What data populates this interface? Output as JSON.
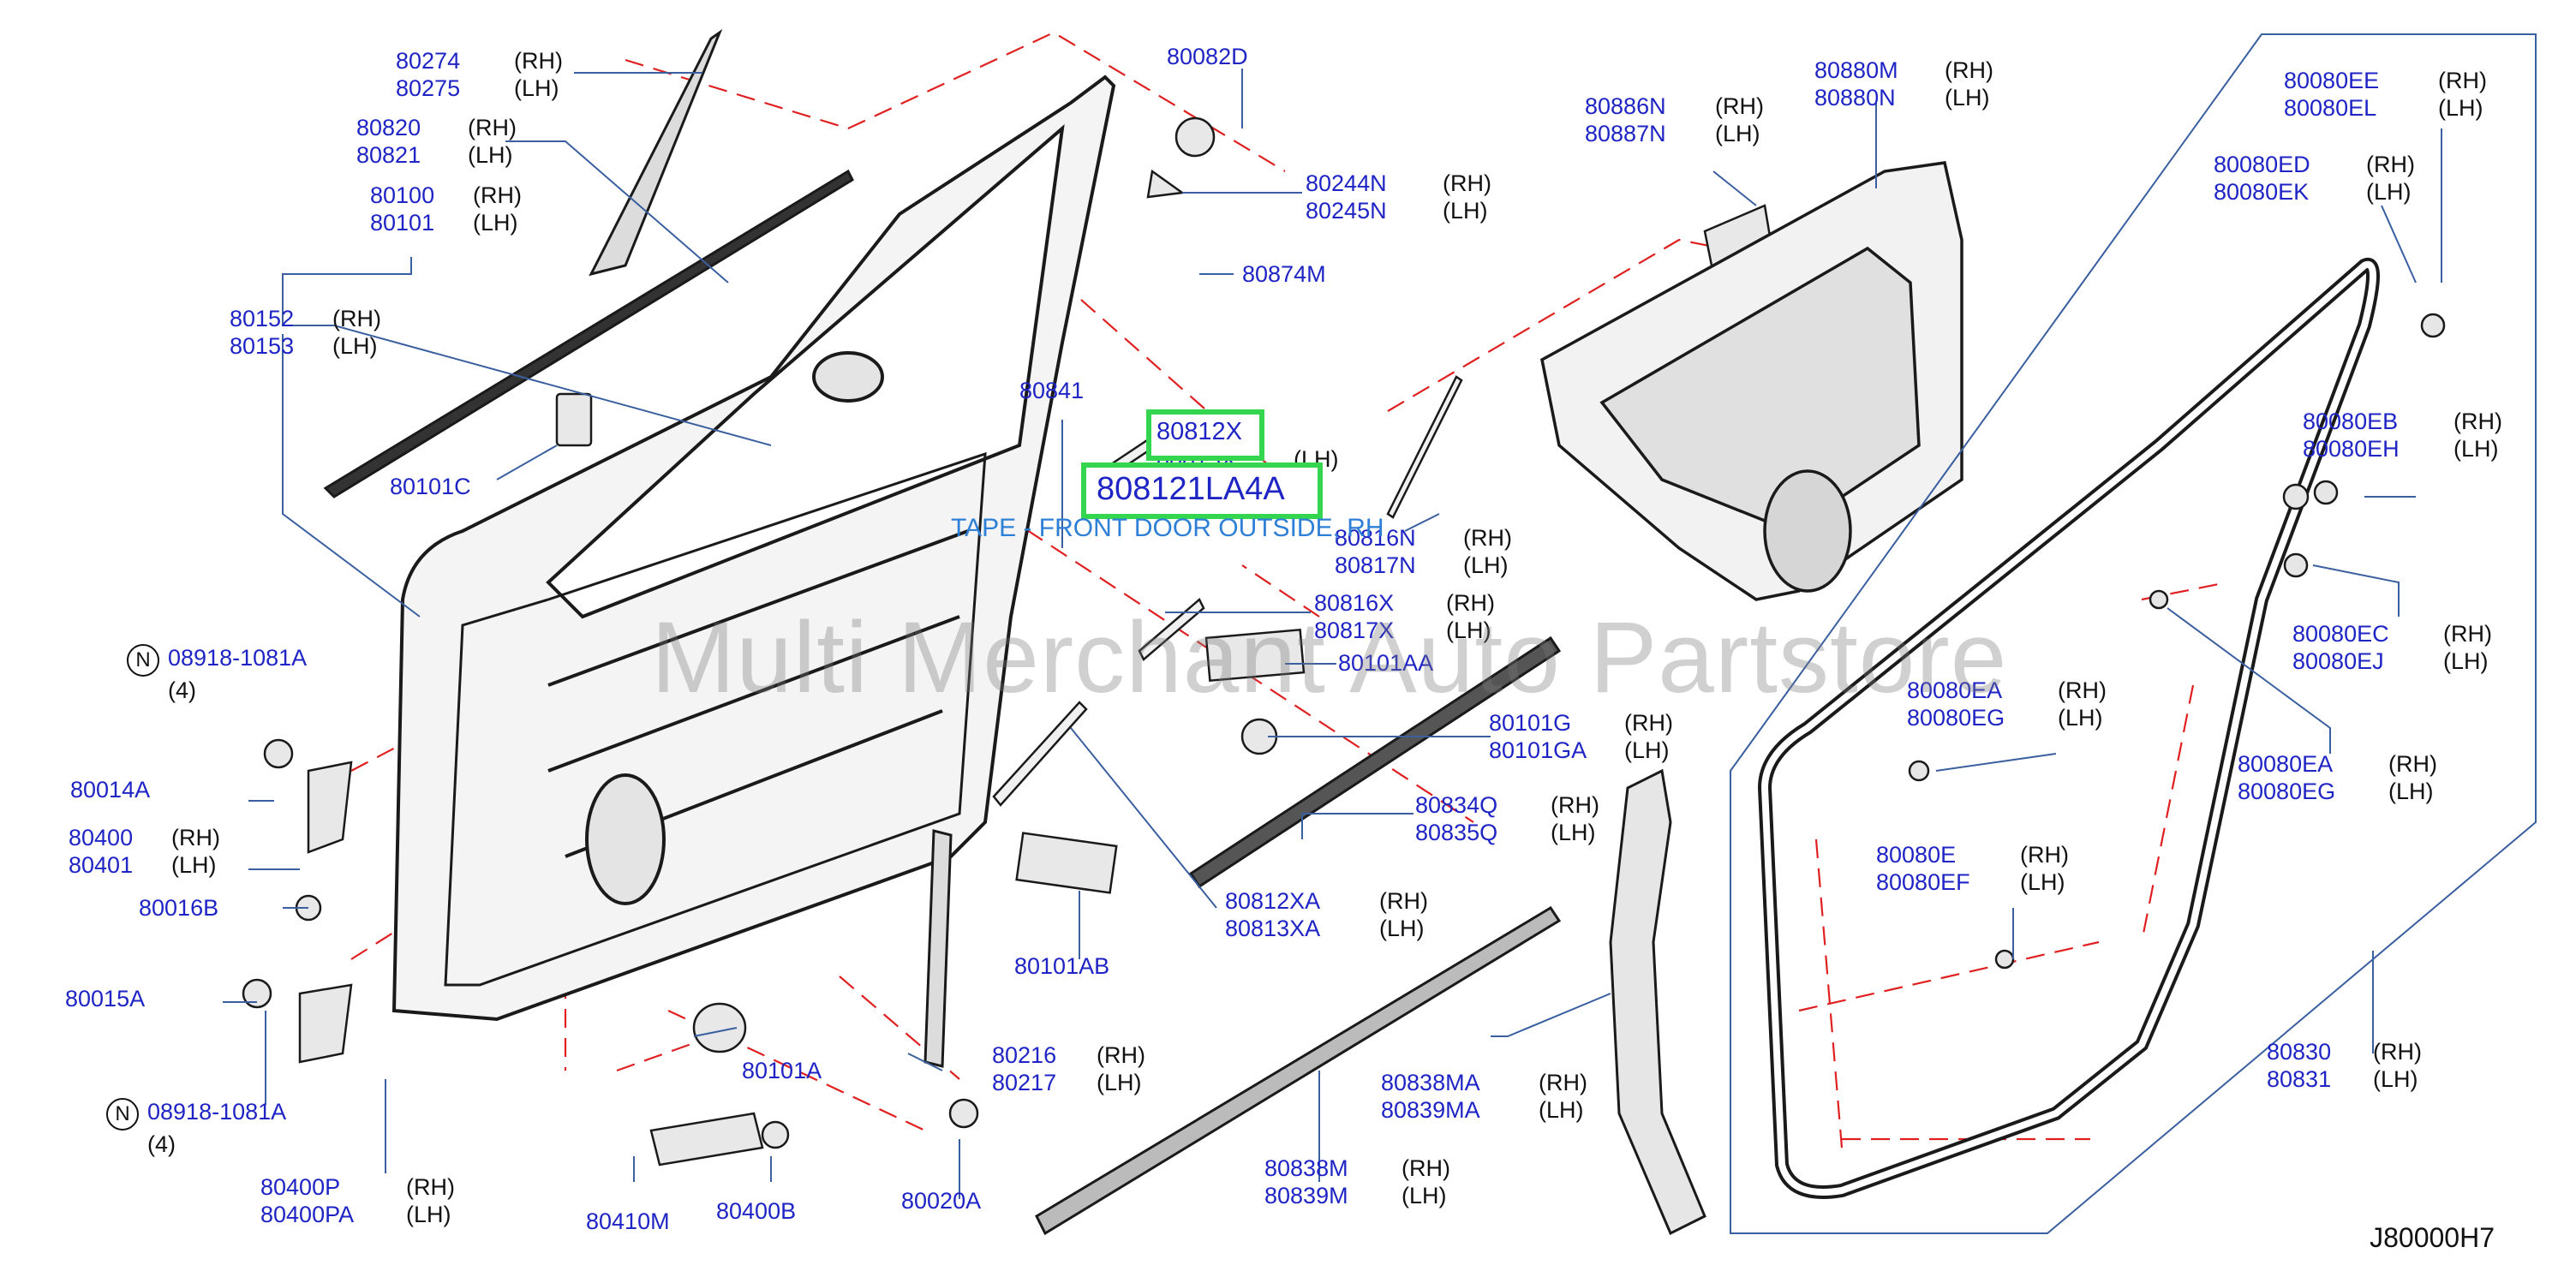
{
  "side_rh": "(RH)",
  "side_lh": "(LH)",
  "highlight": {
    "part_a": "80812X",
    "part_b": "808121LA4A",
    "description": "TAPE - FRONT DOOR OUTSIDE, RH"
  },
  "watermark": "Multi Merchant Auto Partstore",
  "diagram_code": "J80000H7",
  "n_symbol": "N",
  "labels": [
    {
      "id": "80274",
      "rh": "80274",
      "lh": "80275"
    },
    {
      "id": "80820",
      "rh": "80820",
      "lh": "80821"
    },
    {
      "id": "80100",
      "rh": "80100",
      "lh": "80101"
    },
    {
      "id": "80152",
      "rh": "80152",
      "lh": "80153"
    },
    {
      "id": "80101C",
      "single": "80101C"
    },
    {
      "id": "08918-top",
      "single": "08918-1081A",
      "qty": "(4)"
    },
    {
      "id": "80014A",
      "single": "80014A"
    },
    {
      "id": "80400",
      "rh": "80400",
      "lh": "80401"
    },
    {
      "id": "80016B",
      "single": "80016B"
    },
    {
      "id": "80015A",
      "single": "80015A"
    },
    {
      "id": "08918-bot",
      "single": "08918-1081A",
      "qty": "(4)"
    },
    {
      "id": "80400P",
      "rh": "80400P",
      "lh": "80400PA"
    },
    {
      "id": "80410M",
      "single": "80410M"
    },
    {
      "id": "80400B",
      "single": "80400B"
    },
    {
      "id": "80101A",
      "single": "80101A"
    },
    {
      "id": "80020A",
      "single": "80020A"
    },
    {
      "id": "80216",
      "rh": "80216",
      "lh": "80217"
    },
    {
      "id": "80101AB",
      "single": "80101AB"
    },
    {
      "id": "80841",
      "single": "80841"
    },
    {
      "id": "80082D",
      "single": "80082D"
    },
    {
      "id": "80244N",
      "rh": "80244N",
      "lh": "80245N"
    },
    {
      "id": "80874M",
      "single": "80874M"
    },
    {
      "id": "80813X",
      "lh": "80813X"
    },
    {
      "id": "80816N",
      "rh": "80816N",
      "lh": "80817N"
    },
    {
      "id": "80816X",
      "rh": "80816X",
      "lh": "80817X"
    },
    {
      "id": "80101AA",
      "single": "80101AA"
    },
    {
      "id": "80101G",
      "rh": "80101G",
      "lh": "80101GA"
    },
    {
      "id": "80834Q",
      "rh": "80834Q",
      "lh": "80835Q"
    },
    {
      "id": "80812XA",
      "rh": "80812XA",
      "lh": "80813XA"
    },
    {
      "id": "80838MA",
      "rh": "80838MA",
      "lh": "80839MA"
    },
    {
      "id": "80838M",
      "rh": "80838M",
      "lh": "80839M"
    },
    {
      "id": "80886N",
      "rh": "80886N",
      "lh": "80887N"
    },
    {
      "id": "80880M",
      "rh": "80880M",
      "lh": "80880N"
    },
    {
      "id": "80080EE",
      "rh": "80080EE",
      "lh": "80080EL"
    },
    {
      "id": "80080ED",
      "rh": "80080ED",
      "lh": "80080EK"
    },
    {
      "id": "80080EB",
      "rh": "80080EB",
      "lh": "80080EH"
    },
    {
      "id": "80080EC",
      "rh": "80080EC",
      "lh": "80080EJ"
    },
    {
      "id": "80080EA-1",
      "rh": "80080EA",
      "lh": "80080EG"
    },
    {
      "id": "80080EA-2",
      "rh": "80080EA",
      "lh": "80080EG"
    },
    {
      "id": "80080E",
      "rh": "80080E",
      "lh": "80080EF"
    },
    {
      "id": "80830",
      "rh": "80830",
      "lh": "80831"
    }
  ],
  "colors": {
    "part_number": "#1f25c4",
    "highlight_border": "#35d64f",
    "description_text": "#2e7fd6",
    "dashed_leader": "#e02020",
    "leader_line": "#3a5fa0"
  }
}
